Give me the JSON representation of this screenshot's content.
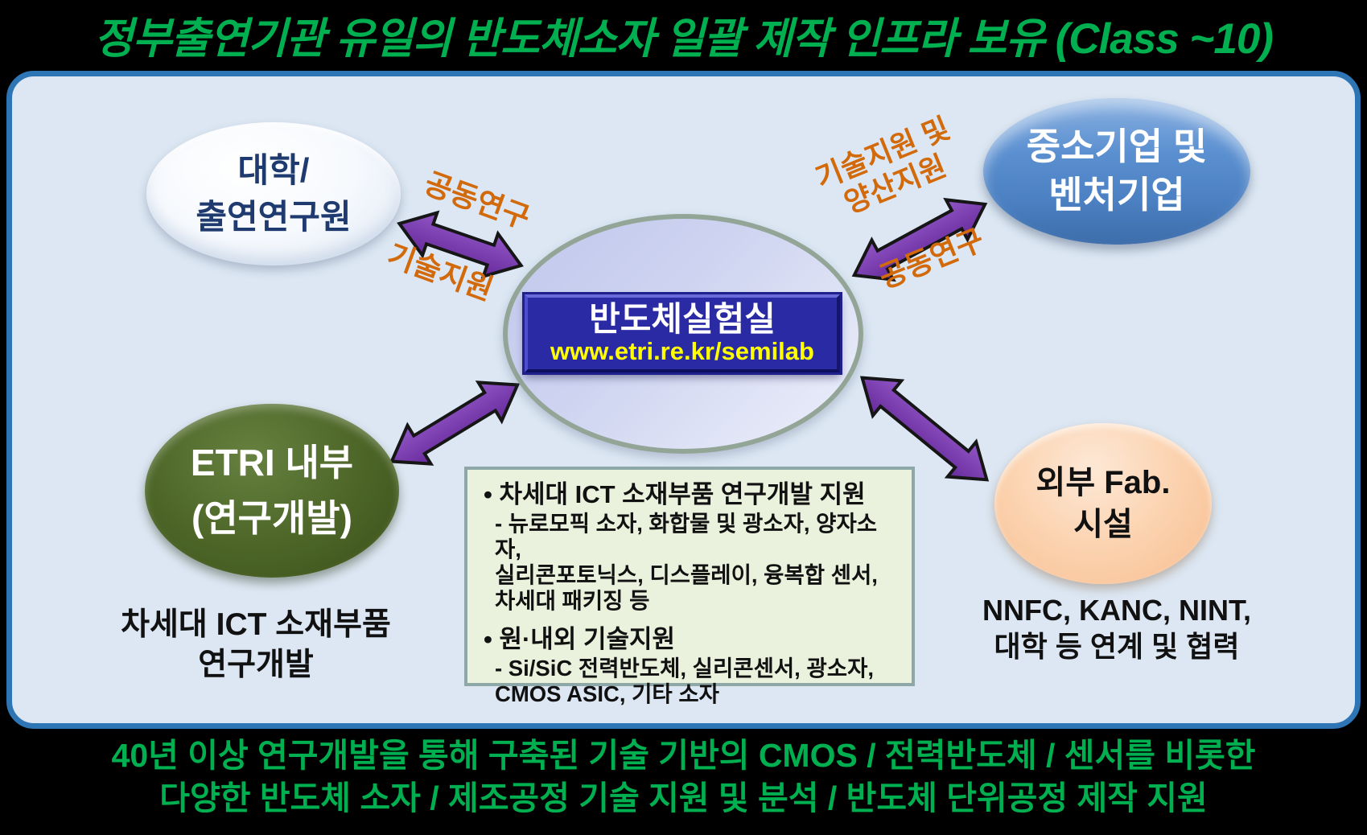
{
  "title": "정부출연기관 유일의 반도체소자 일괄 제작 인프라 보유 (Class ~10)",
  "diagram": {
    "university": {
      "line1": "대학/",
      "line2": "출연연구원"
    },
    "sme": {
      "line1": "중소기업 및",
      "line2": "벤처기업"
    },
    "center": {
      "name": "반도체실험실",
      "url": "www.etri.re.kr/semilab"
    },
    "etri": {
      "line1": "ETRI 내부",
      "line2": "(연구개발)"
    },
    "fab": {
      "line1": "외부 Fab.",
      "line2": "시설"
    },
    "etri_caption": {
      "line1": "차세대 ICT 소재부품",
      "line2": "연구개발"
    },
    "fab_caption": {
      "line1": "NNFC, KANC, NINT,",
      "line2": "대학 등 연계 및 협력"
    },
    "labels": {
      "univ_arrow_top": "공동연구",
      "univ_arrow_bottom": "기술지원",
      "sme_arrow_top_line1": "기술지원 및",
      "sme_arrow_top_line2": "양산지원",
      "sme_arrow_bottom": "공동연구"
    },
    "info_box": {
      "item1_bullet": "• 차세대 ICT 소재부품 연구개발 지원",
      "item1_sub1": "- 뉴로모픽 소자, 화합물 및 광소자, 양자소자,",
      "item1_sub2": "실리콘포토닉스, 디스플레이, 융복합 센서,",
      "item1_sub3": "차세대 패키징 등",
      "item2_bullet": "• 원·내외 기술지원",
      "item2_sub1": "- Si/SiC 전력반도체, 실리콘센서, 광소자,",
      "item2_sub2": "CMOS ASIC, 기타 소자"
    }
  },
  "footer": {
    "line1": "40년 이상 연구개발을 통해 구축된 기술 기반의 CMOS / 전력반도체 / 센서를 비롯한",
    "line2": "다양한 반도체 소자 / 제조공정 기술 지원 및 분석 / 반도체 단위공정 제작 지원"
  },
  "colors": {
    "title_green": "#00B050",
    "label_orange": "#D2690A",
    "arrow_purple": "#7030A0",
    "panel_fill": "#DCE7F3",
    "panel_border": "#2E75B6",
    "lab_box_navy": "#2A2AA5",
    "url_yellow": "#FFFF00",
    "etri_green": "#4C6527",
    "sme_blue": "#4B80C2",
    "fab_peach": "#FBD0AB",
    "info_box_fill": "#EAF1DD"
  }
}
